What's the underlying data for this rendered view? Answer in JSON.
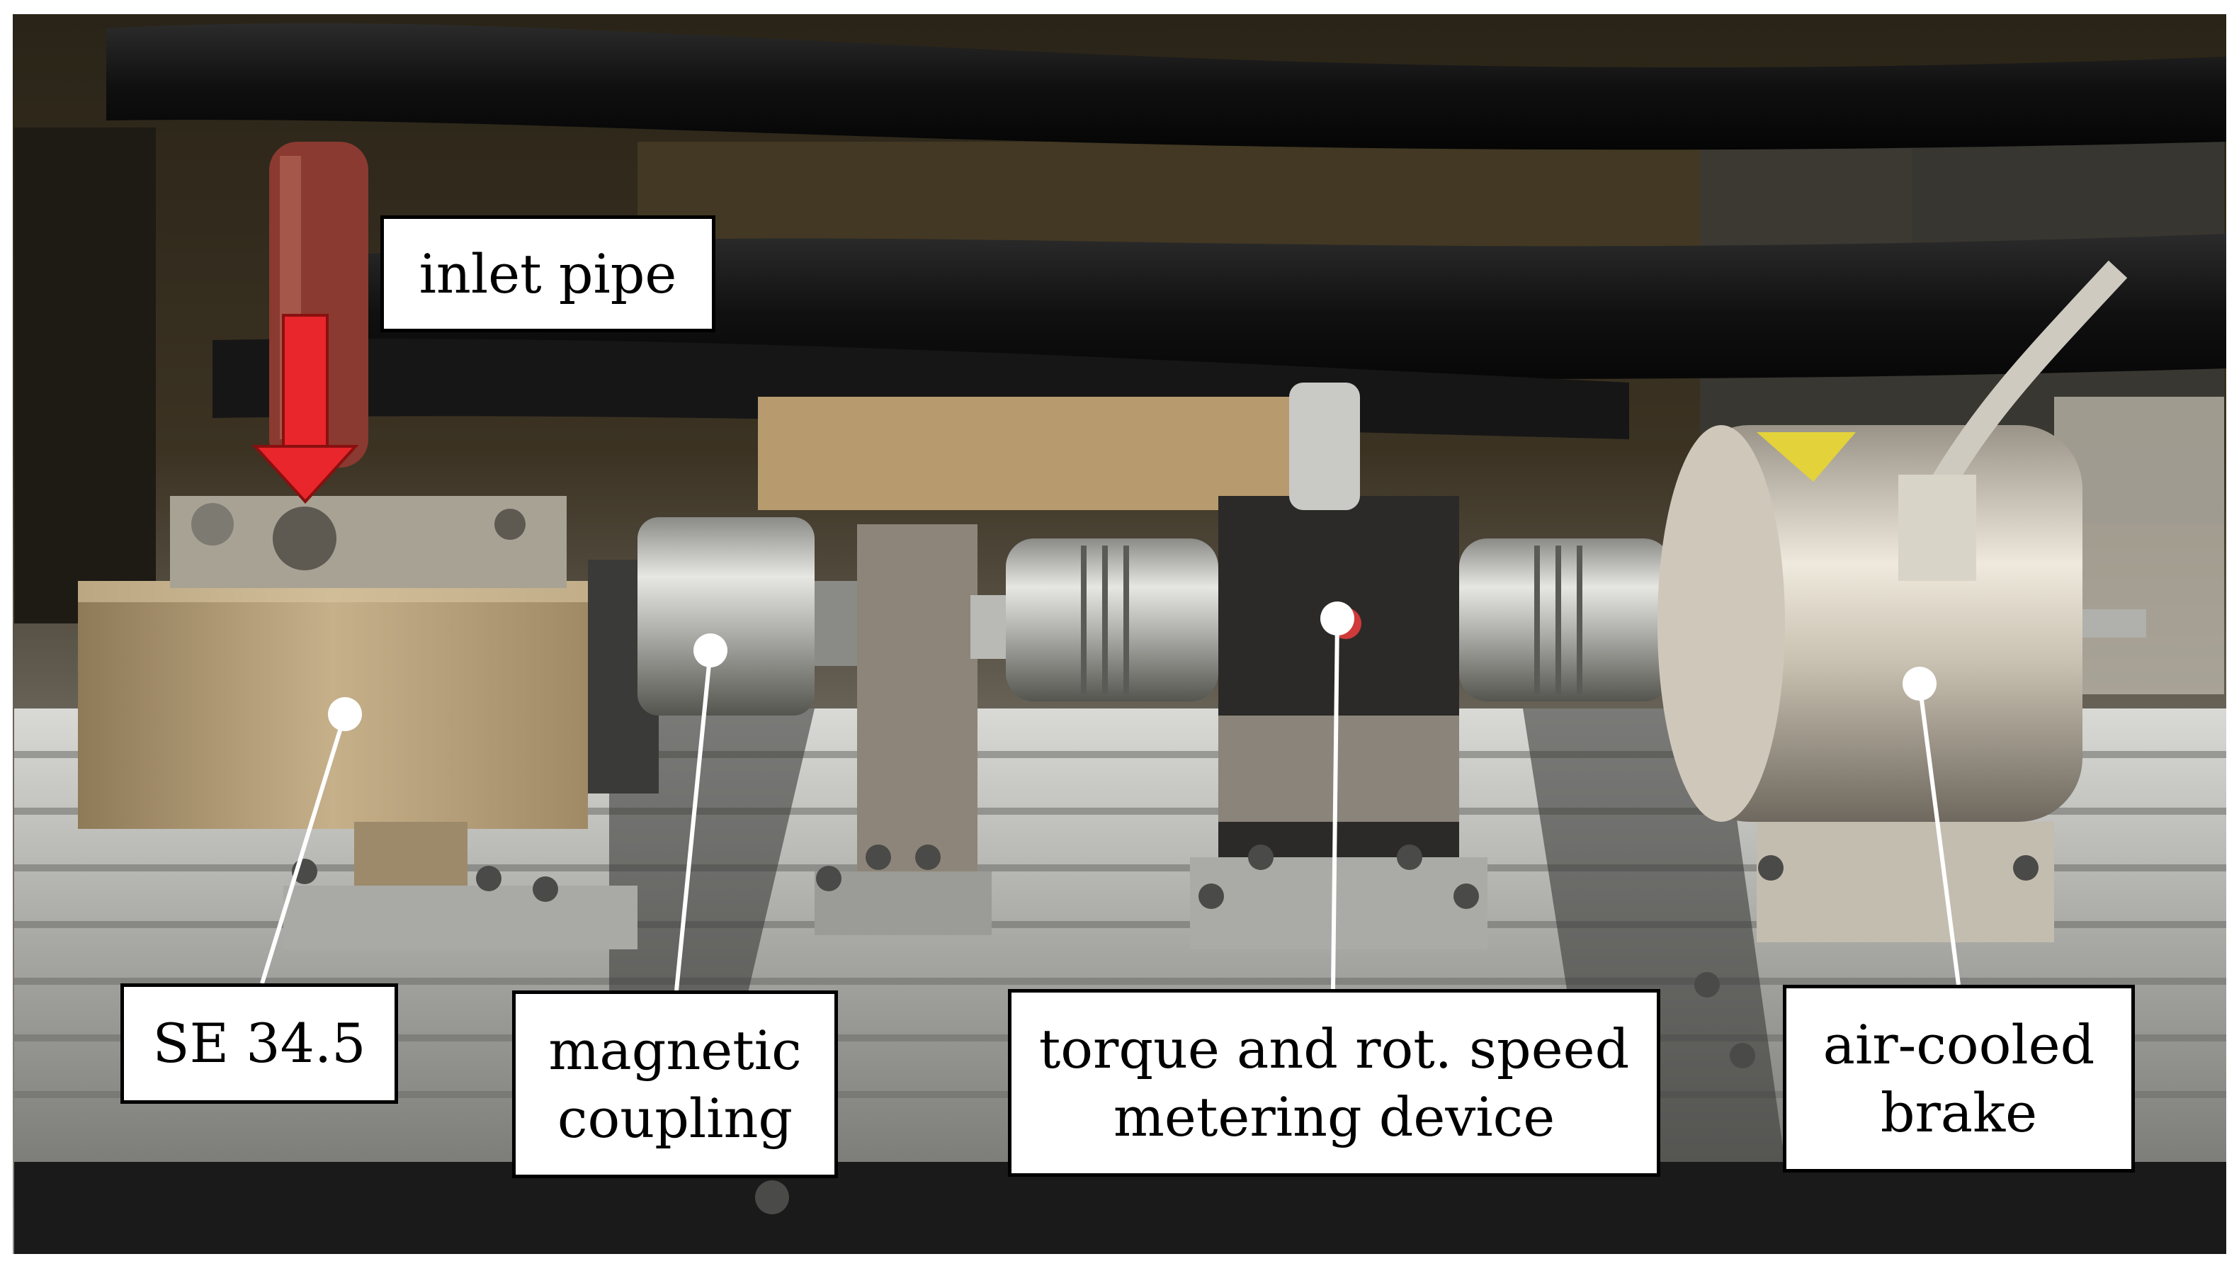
{
  "labels": {
    "inlet_pipe": "inlet pipe",
    "se": "SE 34.5",
    "magnetic_coupling": [
      "magnetic",
      "coupling"
    ],
    "torque_device": [
      "torque and rot. speed",
      "metering device"
    ],
    "brake": [
      "air-cooled",
      "brake"
    ]
  },
  "colors": {
    "arrow": "#e8262b",
    "leader_line": "#ffffff",
    "label_border": "#000000"
  }
}
